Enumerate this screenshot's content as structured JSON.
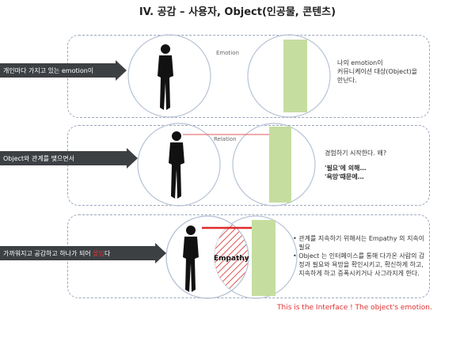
{
  "title": "IV. 공감 – 사용자, Object(인공물, 콘텐츠)",
  "rows": [
    {
      "arrow_label": "개인마다 가지고 있는 emotion이",
      "circle_label": "Emotion",
      "text_lines": [
        "나의 emotion이",
        "커뮤니케이션 대상(Object)을",
        "만난다."
      ]
    },
    {
      "arrow_label": "Object와 관계를 맺으면서",
      "circle_label": "Relation",
      "text_lines": [
        "경험하기 시작한다. 왜?",
        "",
        "'필요'에 의해…",
        "'욕망'때문에…"
      ]
    },
    {
      "arrow_label_prefix": "가까워지고 공감하고 하나가 되어",
      "arrow_label_highlight": "몰입",
      "arrow_label_suffix": "다",
      "circle_label": "Empathy",
      "bullets": [
        "관계를 지속하기 위해서는 Empathy 의 지속이 필요",
        "Object 는 인터페이스를 통해 다가온 사람의 감정과 필요와 욕망을 확인시키고, 확신하게 하고, 지속하게 하고 증폭시키거나 사그라지게 한다."
      ]
    }
  ],
  "footer_note": "This is the Interface ! The object's emotion.",
  "colors": {
    "arrow": "#3d4043",
    "bar": "#c5dd9f",
    "accent": "#e03030",
    "circle": "#b8c3d6"
  }
}
